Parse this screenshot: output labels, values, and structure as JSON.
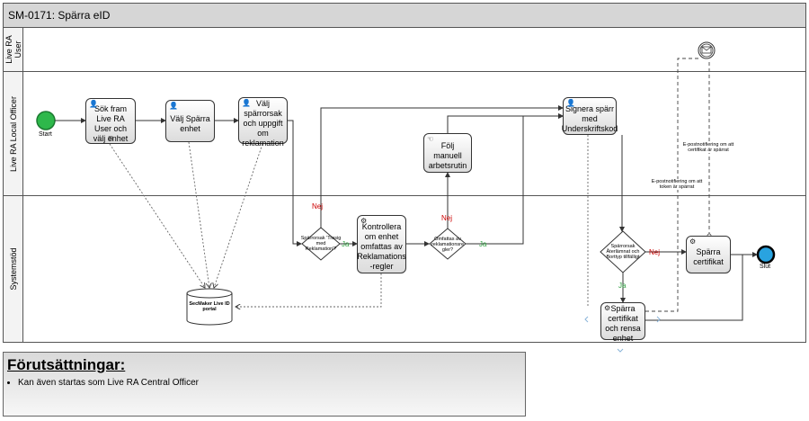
{
  "pool": {
    "title": "SM-0171: Spärra eID"
  },
  "lanes": [
    {
      "id": "user",
      "label": "Live RA User"
    },
    {
      "id": "officer",
      "label": "Live RA Local Officer"
    },
    {
      "id": "system",
      "label": "Systemstöd"
    }
  ],
  "events": {
    "start": "Start",
    "end": "Slut"
  },
  "tasks": {
    "t1": "Sök fram Live RA User och välj enhet",
    "t2": "Välj Spärra enhet",
    "t3": "Välj spärrorsak och uppgift om reklamation",
    "t4": "Följ manuell arbetsrutin",
    "t5": "Signera spärr med Underskriftskod",
    "t6": "Kontrollera om enhet omfattas av Reklamations -regler",
    "t7": "Spärra certifikat",
    "t8": "Spärra certifikat och rensa enhet"
  },
  "gateways": {
    "g1": "Spärrorsak 'Trasig med Reklamation'?",
    "g2": "Omfattas av reklamationsre gler?",
    "g3": "Spärrorsak Återlämnat och Borttyp tillfälligt"
  },
  "flow_labels": {
    "yes": "Ja",
    "no": "Nej"
  },
  "datastore": "SecMaker Live ID portal",
  "notes": {
    "n1": "E-postnotifiering om att certifikat är spärrat",
    "n2": "E-postnotifiering om att token är spärrat"
  },
  "prerequisites": {
    "title": "Förutsättningar:",
    "items": [
      "Kan även startas som Live RA Central Officer"
    ]
  },
  "colors": {
    "start": "#2eb84b",
    "end": "#29a3e0",
    "yes": "#2a9d3c",
    "no": "#cc0000",
    "header": "#d6d6d6"
  }
}
